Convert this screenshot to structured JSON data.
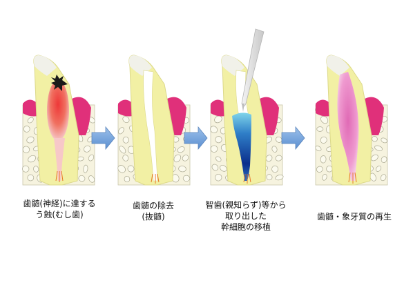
{
  "steps": [
    {
      "caption": "歯髄(神経)に達する\nう蝕(むし歯)"
    },
    {
      "caption": "歯髄の除去\n(抜髄)"
    },
    {
      "caption": "智歯(親知らず)等から\n取り出した\n幹細胞の移植"
    },
    {
      "caption": "歯髄・象牙質の再生"
    }
  ],
  "colors": {
    "bone_fill": "#f6f3df",
    "bone_cell_stroke": "#aaa890",
    "gum": "#e0307a",
    "dentin": "#f2f0a4",
    "enamel": "#f1f1e9",
    "inflamed_pulp": "#ee4040",
    "cavity": "#1a1a1a",
    "stem_cells": "#0b2f8c",
    "stem_top": "#6fd0e8",
    "regen_pulp": "#e27bbd",
    "arrow_fill": "#6f9fd8",
    "arrow_stroke": "#5a84bb",
    "nerve": "#e8772a",
    "syringe": "#d9d9d9"
  }
}
